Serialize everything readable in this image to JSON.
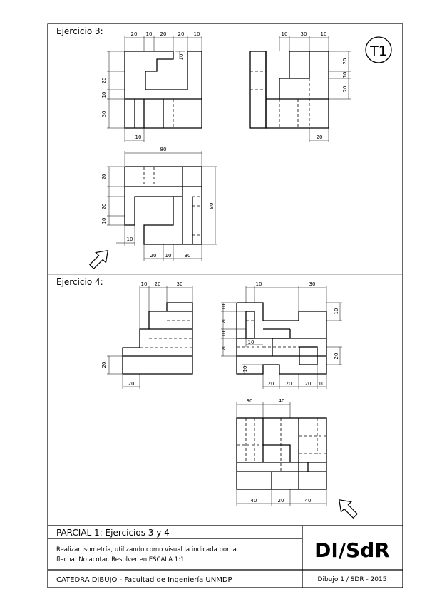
{
  "badge": "T1",
  "ex3": {
    "title": "Ejercicio 3:",
    "front_top": [
      "20",
      "10",
      "20",
      "20",
      "10"
    ],
    "front_left": [
      "10",
      "20",
      "10",
      "30"
    ],
    "front_bottom": "10",
    "side_top": [
      "10",
      "30",
      "10"
    ],
    "side_right": [
      "20",
      "10",
      "20"
    ],
    "side_bottom": "20",
    "plan_top": "80",
    "plan_left": [
      "20",
      "20",
      "10"
    ],
    "plan_right": "80",
    "plan_bottom": [
      "10",
      "20",
      "10",
      "30"
    ]
  },
  "ex4": {
    "title": "Ejercicio 4:",
    "front_top": [
      "10",
      "20",
      "30"
    ],
    "front_left": "20",
    "front_bottom": "20",
    "side_top": [
      "10",
      "30"
    ],
    "side_left": [
      "10",
      "20",
      "10",
      "20",
      "10"
    ],
    "side_inner": "10",
    "side_right": [
      "10",
      "20"
    ],
    "side_bottom": [
      "20",
      "20",
      "20",
      "10"
    ],
    "plan_top": [
      "30",
      "40"
    ],
    "plan_bottom": [
      "40",
      "20",
      "40"
    ]
  },
  "title_block": {
    "parcial": "PARCIAL 1: Ejercicios 3 y 4",
    "instructions_1": "Realizar isometría, utilizando como visual la indicada por la",
    "instructions_2": "flecha. No acotar. Resolver en ESCALA 1:1",
    "catedra": "CATEDRA DIBUJO - Facultad de Ingeniería UNMDP",
    "logo": "DI/SdR",
    "dibujo": "Dibujo 1 / SDR - 2015"
  }
}
